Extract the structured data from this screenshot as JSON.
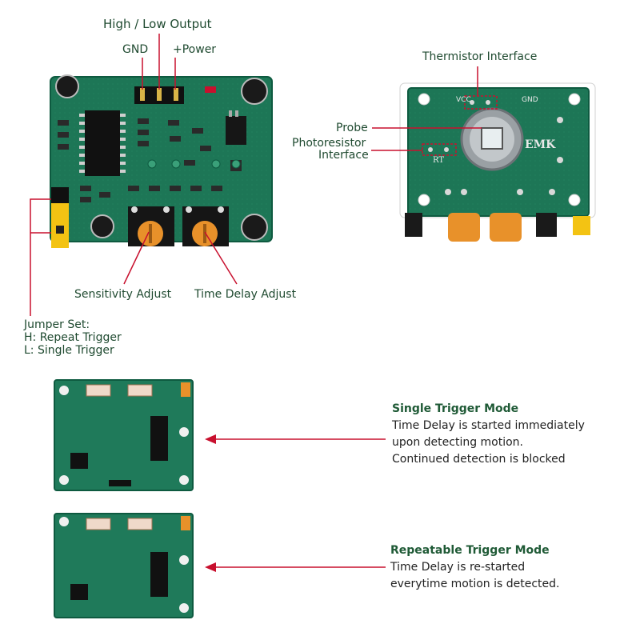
{
  "top_labels": {
    "high_low_output": "High / Low Output",
    "gnd": "GND",
    "power": "+Power",
    "sensitivity_adjust": "Sensitivity Adjust",
    "time_delay_adjust": "Time Delay Adjust",
    "jumper_set": "Jumper Set:",
    "jumper_h": "H: Repeat Trigger",
    "jumper_l": "L: Single Trigger"
  },
  "side_labels": {
    "thermistor_interface": "Thermistor Interface",
    "probe": "Probe",
    "photoresistor_line1": "Photoresistor",
    "photoresistor_line2": "Interface",
    "silk_vcc": "VCC",
    "silk_gnd": "GND",
    "silk_rt": "RT",
    "silk_brand": "EMK"
  },
  "modes": {
    "single": {
      "title": "Single Trigger Mode",
      "lines": [
        "Time Delay is started immediately",
        "upon detecting motion.",
        "Continued detection is blocked"
      ]
    },
    "repeat": {
      "title": "Repeatable Trigger Mode",
      "lines": [
        "Time Delay is re-started",
        "everytime motion is detected."
      ]
    }
  },
  "colors": {
    "pcb_green": "#1f7a5a",
    "pcb_dark": "#0f5a42",
    "callout_line": "#c8102e",
    "label_text": "#1f4a30",
    "jumper_yellow": "#f3c313",
    "pot_orange": "#e8912a"
  }
}
